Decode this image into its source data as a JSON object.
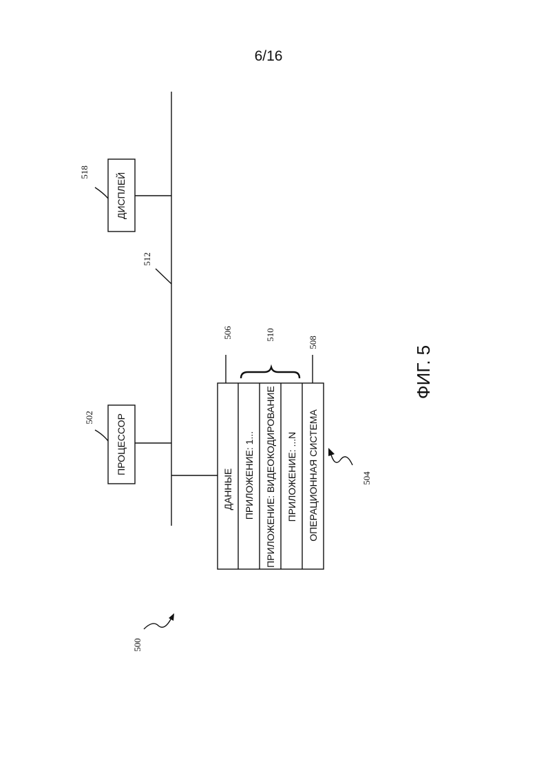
{
  "page": {
    "number": "6/16"
  },
  "figure": {
    "caption": "ФИГ. 5",
    "ref": "500"
  },
  "bus": {
    "ref": "512"
  },
  "processor": {
    "label": "ПРОЦЕССОР",
    "ref": "502"
  },
  "display": {
    "label": "ДИСПЛЕЙ",
    "ref": "518"
  },
  "memory": {
    "ref": "504",
    "rows": [
      {
        "label": "ДАННЫЕ",
        "ref": "506"
      },
      {
        "label": "ПРИЛОЖЕНИЕ: 1..."
      },
      {
        "label": "ПРИЛОЖЕНИЕ: ВИДЕОКОДИРОВАНИЕ"
      },
      {
        "label": "ПРИЛОЖЕНИЕ: ...N"
      },
      {
        "label": "ОПЕРАЦИОННАЯ СИСТЕМА",
        "ref": "508"
      }
    ],
    "applications_ref": "510"
  }
}
